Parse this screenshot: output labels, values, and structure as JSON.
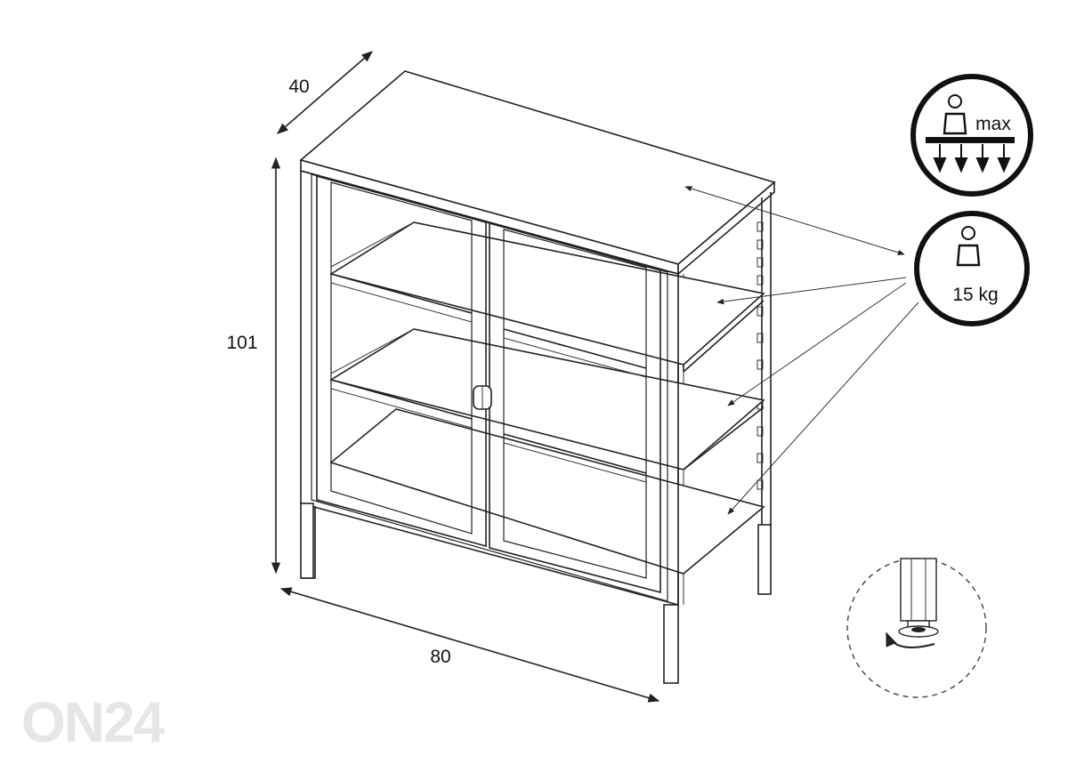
{
  "dimensions": {
    "depth": "40",
    "height": "101",
    "width": "80"
  },
  "badges": {
    "top_max_label": "max",
    "shelf_load_label": "15 kg"
  },
  "watermark": {
    "text": "ON24"
  },
  "icons": {
    "top_badge": "max-load-person-arrows-icon",
    "shelf_badge": "weight-per-shelf-icon",
    "detail": "adjustable-foot-detail-icon"
  },
  "colors": {
    "line": "#222222",
    "watermark": "#e6e6e6",
    "background": "#ffffff"
  }
}
